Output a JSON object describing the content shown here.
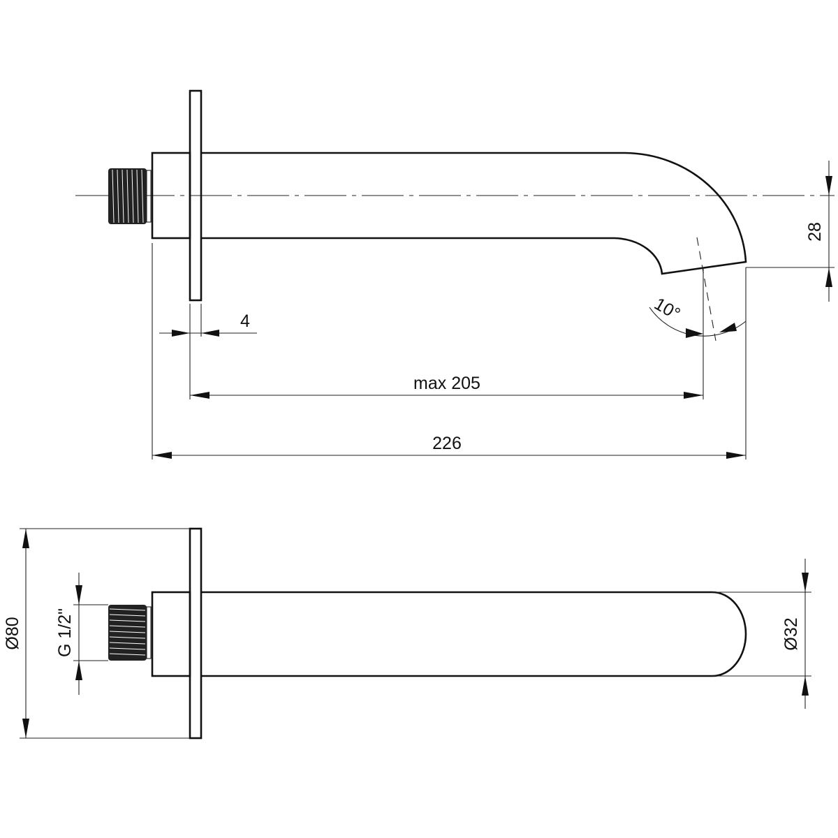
{
  "title": "Wall-mounted spout technical drawing",
  "dimensions": {
    "flange_thickness": "4",
    "max_projection": "max 205",
    "total_length": "226",
    "outlet_drop": "28",
    "outlet_angle": "10°",
    "flange_diameter": "Ø80",
    "thread": "G 1/2\"",
    "pipe_diameter": "Ø32"
  },
  "colors": {
    "line": "#111111",
    "background": "#ffffff"
  }
}
